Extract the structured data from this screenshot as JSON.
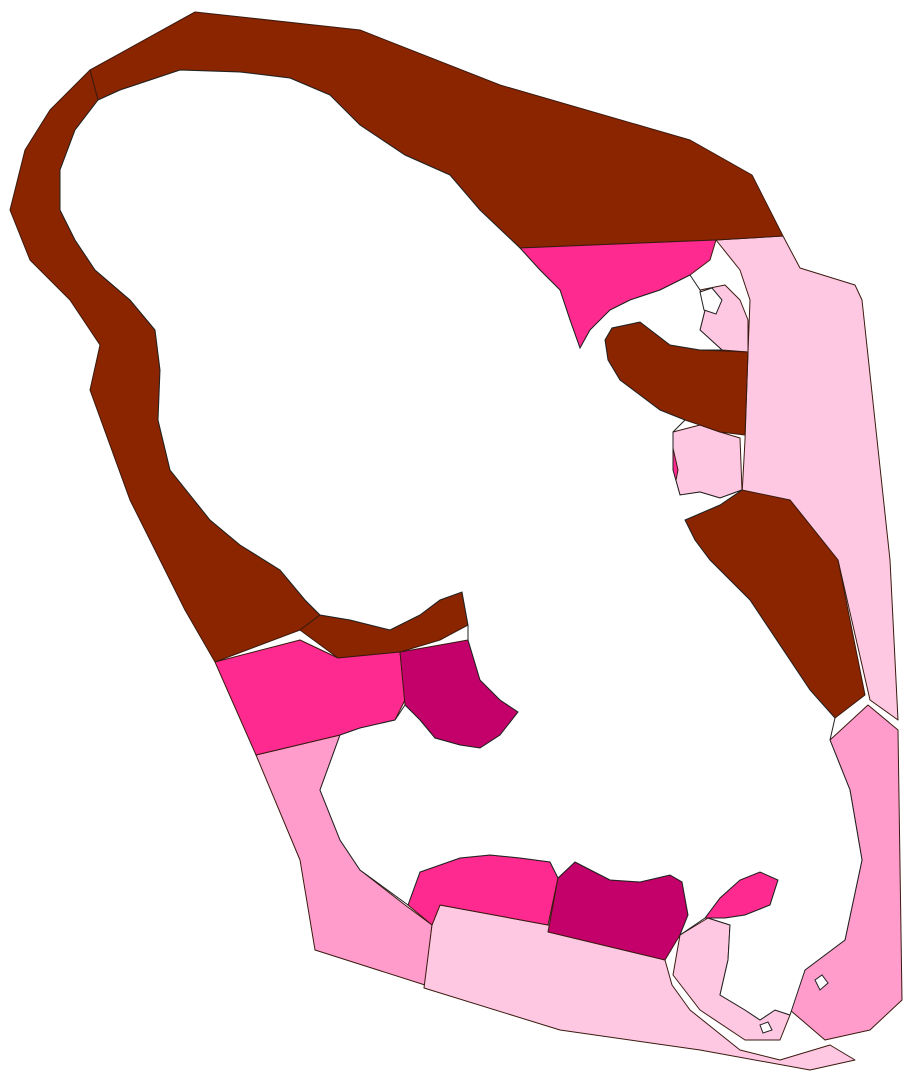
{
  "map": {
    "legend": [],
    "colors": {
      "background": "#ffffff",
      "land": "#ffffff",
      "class_dark_brown": "#8b2500",
      "class_hot_pink": "#ff2a8f",
      "class_magenta": "#c4006a",
      "class_pink": "#ff9ccc",
      "class_light_pink": "#ffc8e2"
    },
    "zones": [
      {
        "id": "north-coast",
        "color_key": "class_dark_brown"
      },
      {
        "id": "west-coast",
        "color_key": "class_dark_brown"
      },
      {
        "id": "east-bay-brown",
        "color_key": "class_dark_brown"
      },
      {
        "id": "east-coast-brown",
        "color_key": "class_dark_brown"
      },
      {
        "id": "fort-coast-brown",
        "color_key": "class_dark_brown"
      },
      {
        "id": "northeast-pink",
        "color_key": "class_hot_pink"
      },
      {
        "id": "east-islet-pink",
        "color_key": "class_hot_pink"
      },
      {
        "id": "bay-west-pink",
        "color_key": "class_hot_pink"
      },
      {
        "id": "south-west-pink",
        "color_key": "class_hot_pink"
      },
      {
        "id": "south-east-pink",
        "color_key": "class_hot_pink"
      },
      {
        "id": "bay-magenta",
        "color_key": "class_magenta"
      },
      {
        "id": "south-magenta",
        "color_key": "class_magenta"
      },
      {
        "id": "southwest-offshore",
        "color_key": "class_pink"
      },
      {
        "id": "southeast-offshore",
        "color_key": "class_pink"
      },
      {
        "id": "east-offshore",
        "color_key": "class_light_pink"
      },
      {
        "id": "south-offshore",
        "color_key": "class_light_pink"
      },
      {
        "id": "southeast-bay",
        "color_key": "class_light_pink"
      },
      {
        "id": "east-bay-light",
        "color_key": "class_light_pink"
      }
    ]
  }
}
